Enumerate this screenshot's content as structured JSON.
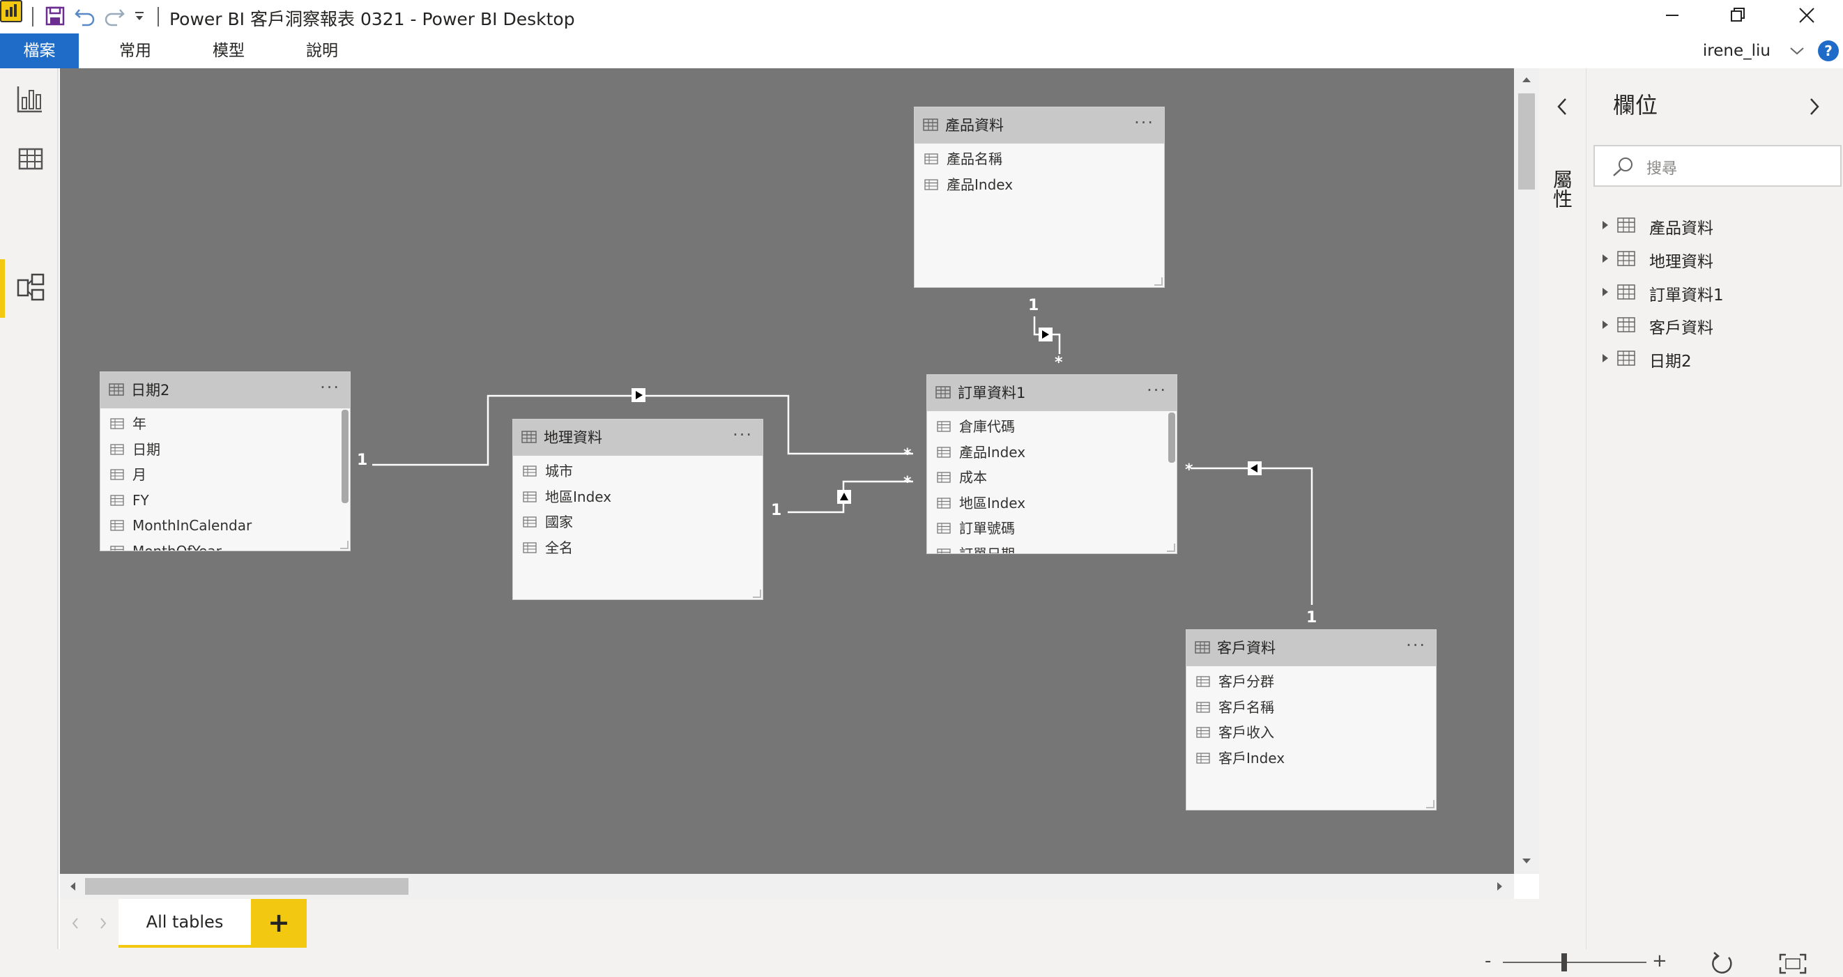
{
  "window": {
    "title": "Power BI 客戶洞察報表 0321 - Power BI Desktop",
    "buttons": [
      "minimize",
      "restore",
      "close"
    ]
  },
  "menu": {
    "items": [
      "檔案",
      "常用",
      "模型",
      "說明"
    ],
    "user": "irene_liu",
    "help": "?"
  },
  "nav": {
    "items": [
      "report-view",
      "data-view",
      "model-view"
    ],
    "active": "model-view"
  },
  "tables": {
    "product": {
      "name": "產品資料",
      "fields": [
        "產品名稱",
        "產品Index"
      ]
    },
    "date": {
      "name": "日期2",
      "fields": [
        "年",
        "日期",
        "月",
        "FY",
        "MonthInCalendar",
        "MonthOfYear"
      ]
    },
    "geo": {
      "name": "地理資料",
      "fields": [
        "城市",
        "地區Index",
        "國家",
        "全名"
      ]
    },
    "orders": {
      "name": "訂單資料1",
      "fields": [
        "倉庫代碼",
        "產品Index",
        "成本",
        "地區Index",
        "訂單號碼",
        "訂單日期"
      ]
    },
    "customer": {
      "name": "客戶資料",
      "fields": [
        "客戶分群",
        "客戶名稱",
        "客戶收入",
        "客戶Index"
      ]
    }
  },
  "relationships": {
    "one": "1",
    "many": "*"
  },
  "tabs": {
    "all_tables": "All tables",
    "add": "+"
  },
  "status": {
    "zoom_minus": "-",
    "zoom_plus": "+"
  },
  "properties_pane": {
    "label": "屬性"
  },
  "fields_pane": {
    "title": "欄位",
    "search_placeholder": "搜尋",
    "items": [
      "產品資料",
      "地理資料",
      "訂單資料1",
      "客戶資料",
      "日期2"
    ]
  }
}
